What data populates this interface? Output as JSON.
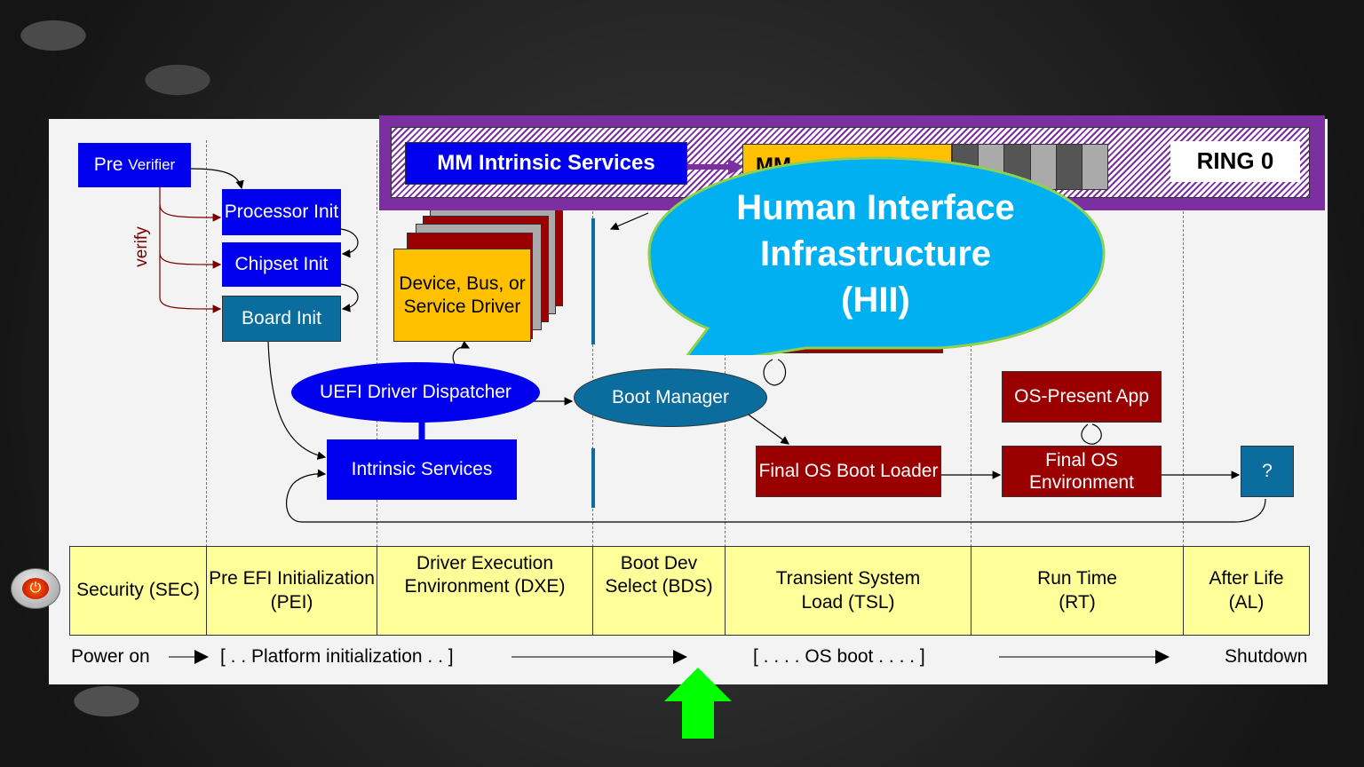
{
  "boxes": {
    "pre_verifier_big": "Pre",
    "pre_verifier_small": "Verifier",
    "verify": "verify",
    "processor_init": "Processor Init",
    "chipset_init": "Chipset Init",
    "board_init": "Board Init",
    "device_driver": "Device,  Bus, or Service Driver",
    "uefi_dispatcher": "UEFI Driver Dispatcher",
    "intrinsic_services": "Intrinsic Services",
    "boot_manager": "Boot Manager",
    "final_os_boot_loader": "Final OS Boot Loader",
    "os_present_app": "OS-Present App",
    "final_os_env": "Final OS Environment",
    "question": "?"
  },
  "mm": {
    "intrinsic": "MM Intrinsic Services",
    "ring": "RING 0",
    "partial": "MM"
  },
  "callout": {
    "line1": "Human Interface",
    "line2": "Infrastructure",
    "line3": "(HII)"
  },
  "phases": [
    {
      "label": "Security (SEC)"
    },
    {
      "label": "Pre EFI Initialization  (PEI)"
    },
    {
      "label": "Driver Execution Environment  (DXE)"
    },
    {
      "label": "Boot Dev Select (BDS)"
    },
    {
      "label": "Transient System Load (TSL)"
    },
    {
      "label": "Run Time (RT)"
    },
    {
      "label": "After Life (AL)"
    }
  ],
  "timeline": {
    "power_on": "Power  on",
    "platform_init": "[ . . Platform  initialization  . . ]",
    "os_boot": "[ . . . . OS boot . . . . ]",
    "shutdown": "Shutdown"
  },
  "colors": {
    "mm_purple": "#7b2fa0",
    "callout_fill": "#00b0f0",
    "arrow_green": "#00ff00"
  }
}
